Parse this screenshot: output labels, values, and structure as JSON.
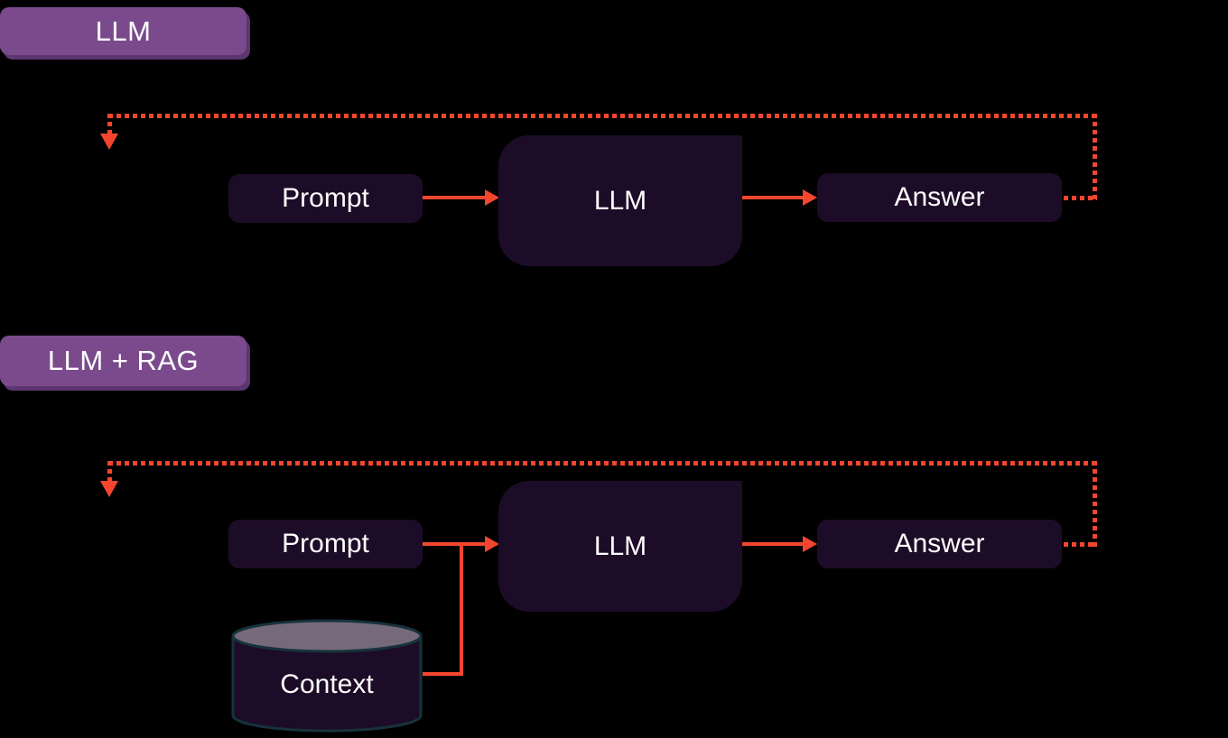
{
  "colors": {
    "background": "#000000",
    "accent_red": "#f4462f",
    "label_purple": "#7b4a8c",
    "label_purple_shadow": "#5b3670",
    "box_dark": "#1d0c27",
    "text_white": "#ffffff",
    "cylinder_top": "#76697b",
    "cylinder_outline": "#16323c"
  },
  "icons": {
    "arrowhead_right": "css-triangle-right",
    "arrowhead_down": "css-triangle-down",
    "database": "svg-cylinder"
  },
  "sections": {
    "llm": {
      "tag": "LLM",
      "prompt": "Prompt",
      "model": "LLM",
      "answer": "Answer"
    },
    "llm_rag": {
      "tag": "LLM + RAG",
      "prompt": "Prompt",
      "model": "LLM",
      "answer": "Answer",
      "context": "Context"
    }
  }
}
